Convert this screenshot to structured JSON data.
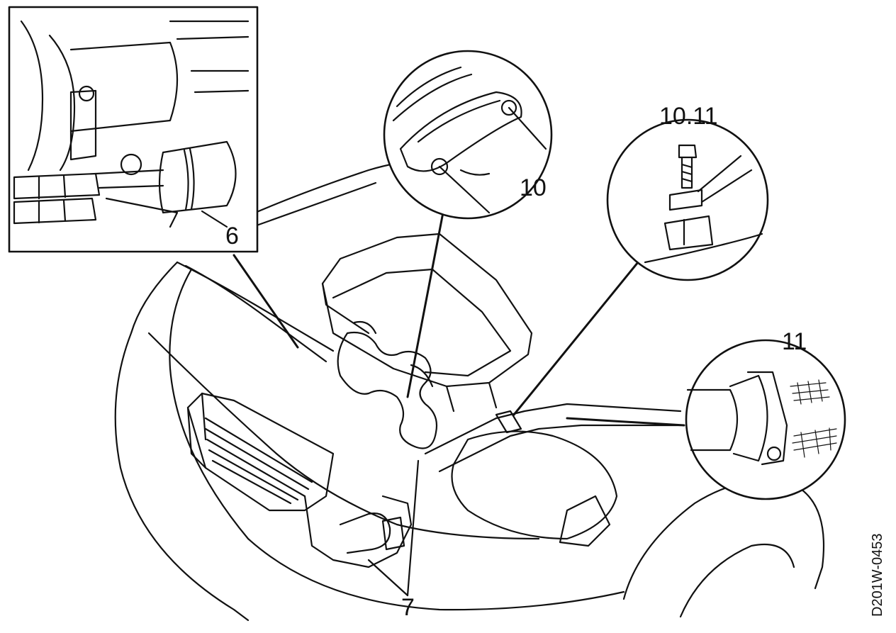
{
  "figure": {
    "doc_id": "D201W-0453",
    "callouts": {
      "c6": "6",
      "c7": "7",
      "c10": "10",
      "c1011": "10.11",
      "c11": "11"
    },
    "detail_views": [
      {
        "name": "radiator-hose-clamp-detail",
        "callout": "6"
      },
      {
        "name": "hose-clamp-screw-detail",
        "callout": "10"
      },
      {
        "name": "bracket-bolt-detail",
        "callout": "10.11"
      },
      {
        "name": "pipe-clamp-detail",
        "callout": "11"
      }
    ],
    "colors": {
      "line": "#111111",
      "background": "#ffffff"
    }
  }
}
